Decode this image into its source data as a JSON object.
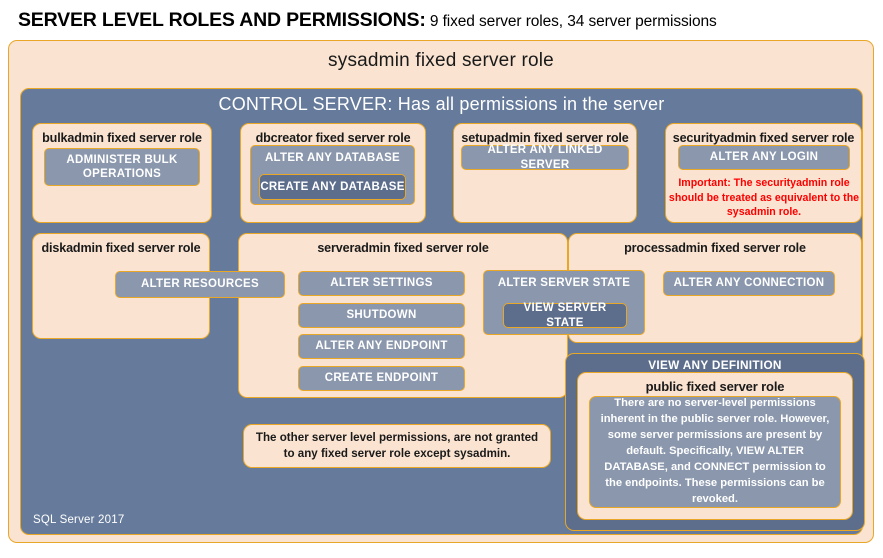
{
  "title": {
    "strong": "SERVER LEVEL ROLES AND PERMISSIONS:",
    "rest": " 9 fixed server roles, 34 server permissions"
  },
  "sysadmin": {
    "label": "sysadmin fixed server role"
  },
  "control_server": {
    "label": "CONTROL SERVER: Has all permissions in the server"
  },
  "roles": {
    "bulkadmin": {
      "label": "bulkadmin fixed server role",
      "permissions": [
        {
          "label": "ADMINISTER  BULK OPERATIONS"
        }
      ]
    },
    "dbcreator": {
      "label": "dbcreator fixed server role",
      "permissions": [
        {
          "label": "ALTER ANY DATABASE"
        },
        {
          "label": "CREATE  ANY DATABASE"
        }
      ]
    },
    "setupadmin": {
      "label": "setupadmin fixed server role",
      "permissions": [
        {
          "label": "ALTER ANY LINKED SERVER"
        }
      ]
    },
    "securityadmin": {
      "label": "securityadmin fixed server role",
      "permissions": [
        {
          "label": "ALTER ANY LOGIN"
        }
      ],
      "warning": "Important:  The securityadmin role should  be treated as equivalent to the  sysadmin role."
    },
    "diskadmin": {
      "label": "diskadmin fixed server role",
      "permissions": [
        {
          "label": "ALTER RESOURCES"
        }
      ]
    },
    "serveradmin": {
      "label": "serveradmin fixed server role",
      "permissions": [
        {
          "label": "ALTER SETTINGS"
        },
        {
          "label": "SHUTDOWN"
        },
        {
          "label": "ALTER ANY ENDPOINT"
        },
        {
          "label": "CREATE  ENDPOINT"
        }
      ]
    },
    "processadmin": {
      "label": "processadmin fixed server role",
      "permissions": [
        {
          "label": "ALTER ANY CONNECTION"
        }
      ]
    },
    "shared": {
      "alter_server_state": "ALTER SERVER STATE",
      "view_server_state": "VIEW SERVER STATE"
    },
    "public": {
      "view_any_definition": "VIEW ANY DEFINITION",
      "label": "public  fixed server role",
      "note": "There are no server-level permissions inherent in the public server role. However, some server permissions are present by default. Specifically, VIEW ALTER DATABASE, and CONNECT permission to the endpoints. These permissions can be revoked."
    }
  },
  "other_permissions_note": "The other server level permissions,  are not granted to any fixed server role except sysadmin.",
  "watermark": "SQL Server 2017",
  "colors": {
    "cream": "#FAE3D0",
    "gold_border": "#E8A727",
    "blue_panel": "#667B9B",
    "permission_box": "#8A97AC",
    "permission_box_dark": "#5D6E8C",
    "warning_red": "#FF0000"
  }
}
